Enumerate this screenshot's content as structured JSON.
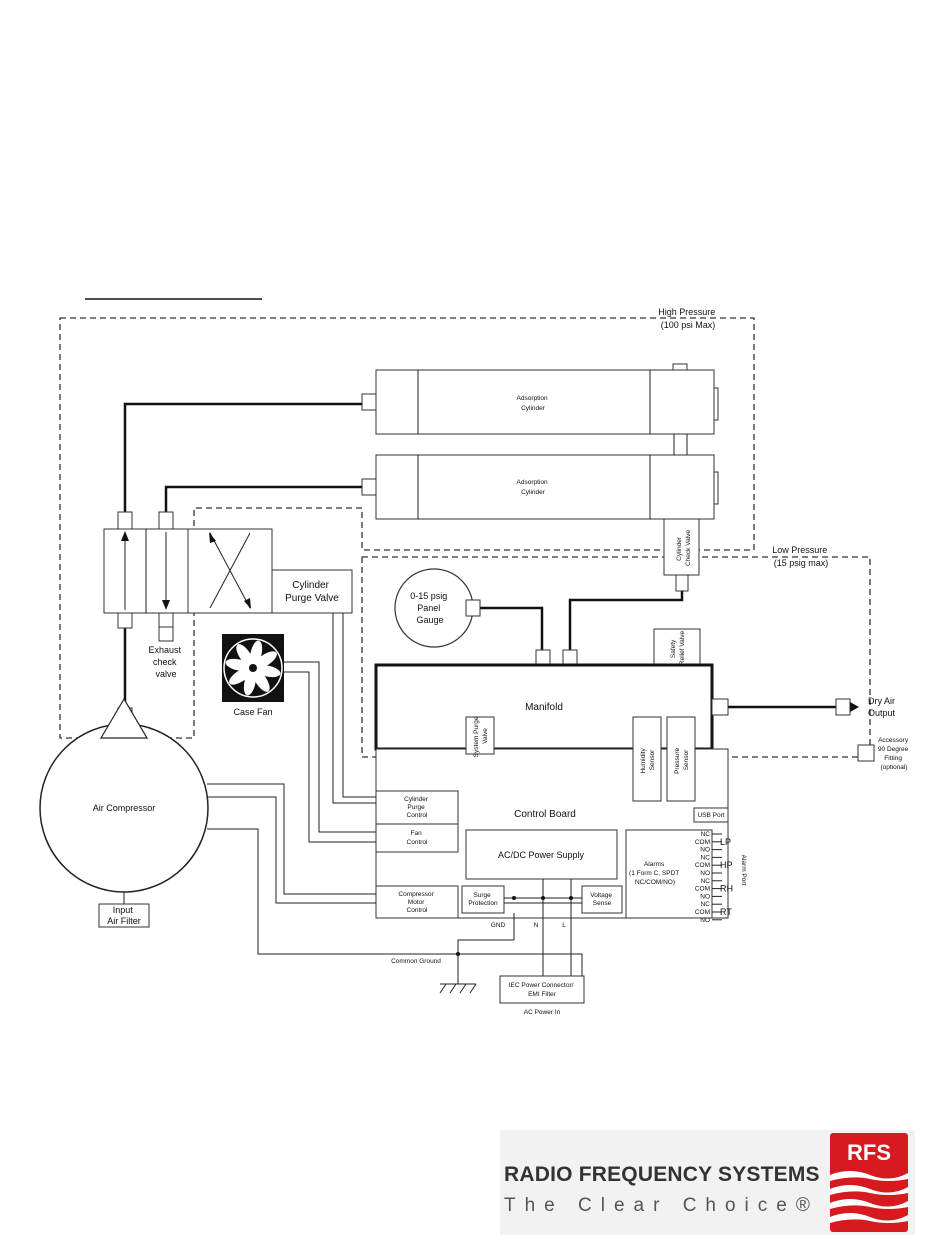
{
  "zones": {
    "high_pressure": [
      "High Pressure",
      "(100 psi Max)"
    ],
    "low_pressure": [
      "Low Pressure",
      "(15 psig max)"
    ]
  },
  "components": {
    "adsorption_cylinder": [
      "Adsorption",
      "Cylinder"
    ],
    "cylinder_check_valve": [
      "Cylinder",
      "Check Valve"
    ],
    "cylinder_purge_valve": [
      "Cylinder",
      "Purge Valve"
    ],
    "exhaust_check_valve": [
      "Exhaust",
      "check",
      "valve"
    ],
    "panel_gauge": [
      "0-15 psig",
      "Panel",
      "Gauge"
    ],
    "safety_relief_valve": [
      "Safety",
      "Relief Valve"
    ],
    "case_fan": "Case Fan",
    "manifold": "Manifold",
    "system_purge_valve": [
      "System Purge",
      "Valve"
    ],
    "humidity_sensor": [
      "Humidity",
      "Sensor"
    ],
    "pressure_sensor": [
      "Pressure",
      "Sensor"
    ],
    "dry_air_output": [
      "Dry Air",
      "Output"
    ],
    "accessory_fitting": [
      "Accessory",
      "90 Degree",
      "Fitting",
      "(optional)"
    ],
    "air_compressor": "Air Compressor",
    "input_air_filter": [
      "Input",
      "Air Filter"
    ],
    "control_board": "Control Board",
    "cylinder_purge_control": [
      "Cylinder",
      "Purge",
      "Control"
    ],
    "fan_control": [
      "Fan",
      "Control"
    ],
    "compressor_motor_control": [
      "Compressor",
      "Motor",
      "Control"
    ],
    "usb_port": "USB Port",
    "power_supply": "AC/DC Power Supply",
    "surge_protection": [
      "Surge",
      "Protection"
    ],
    "voltage_sense": [
      "Voltage",
      "Sense"
    ],
    "alarms": [
      "Alarms",
      "(1 Form C, SPDT",
      "NC/COM/NO)"
    ],
    "alarm_port": "Alarm Port",
    "alarm_pins": [
      "NC",
      "COM",
      "NO",
      "NC",
      "COM",
      "NO",
      "NC",
      "COM",
      "NO",
      "NC",
      "COM",
      "NO"
    ],
    "alarm_groups": [
      "LP",
      "HP",
      "RH",
      "RT"
    ],
    "power_lines": [
      "GND",
      "N",
      "L"
    ],
    "common_ground": "Common Ground",
    "iec_connector": [
      "IEC Power Connector/",
      "EMI Filter"
    ],
    "ac_power_in": "AC Power In"
  },
  "brand": {
    "name": "RADIO FREQUENCY SYSTEMS",
    "tagline": "The Clear Choice®",
    "logo_text": "RFS",
    "logo_color": "#d71920"
  }
}
